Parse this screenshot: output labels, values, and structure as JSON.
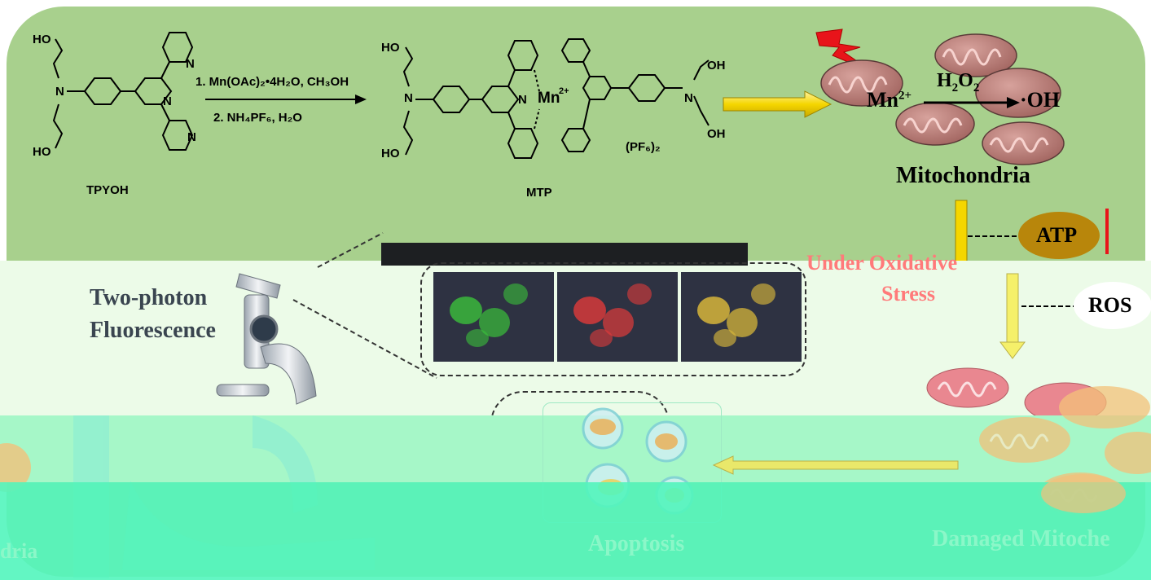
{
  "scheme": {
    "ligand_label": "TPYOH",
    "complex_label": "MTP",
    "step1": "1. Mn(OAc)₂•4H₂O, CH₃OH",
    "step2": "2. NH₄PF₆, H₂O",
    "counterion": "(PF₆)₂",
    "metal": "Mn",
    "metal_charge": "2+",
    "ho": "HO",
    "oh": "OH",
    "n": "N"
  },
  "reaction": {
    "mn": "Mn",
    "mn_charge": "2+",
    "h2o2_h": "H",
    "h2o2_sub1": "2",
    "h2o2_o": "O",
    "h2o2_sub2": "2",
    "product": "·OH",
    "mitochondria": "Mitochondria"
  },
  "pathway": {
    "atp": "ATP",
    "ros": "ROS",
    "oxidative_stress_line1": "Under Oxidative",
    "oxidative_stress_line2": "Stress",
    "damaged": "Damaged Mitoche",
    "apoptosis": "Apoptosis",
    "left_fragment": "dria"
  },
  "imaging": {
    "line1": "Two-photon",
    "line2": "Fluorescence"
  },
  "colors": {
    "panel_green": "#a8d08d",
    "mito_brown": "#b87a75",
    "mito_pink": "#e98790",
    "arrow_yellow": "#f5d600",
    "atp_gold": "#b8860b",
    "stress_red": "#ff4d4d",
    "green_channel": "#3bbf3b",
    "red_channel": "#e03a3a",
    "merge_channel": "#d6b53a"
  }
}
